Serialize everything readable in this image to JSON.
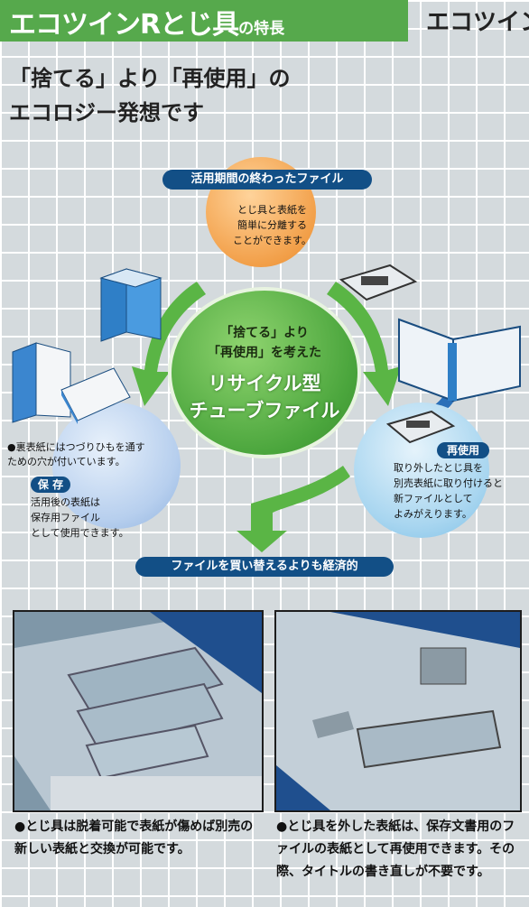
{
  "header": {
    "title_main": "エコツインRとじ具",
    "title_sub": "の特長",
    "next_title": "エコツイン"
  },
  "lead": {
    "line1": "「捨てる」より「再使用」の",
    "line2": "エコロジー発想です"
  },
  "cycle": {
    "top_label": "活用期間の終わったファイル",
    "top_text": [
      "とじ具と表紙を",
      "簡単に分離する",
      "ことができます。"
    ],
    "center_line1": "「捨てる」より",
    "center_line2": "「再使用」を考えた",
    "center_title1": "リサイクル型",
    "center_title2": "チューブファイル",
    "left_note": [
      "●裏表紙にはつづりひもを通す",
      "ための穴が付いています。"
    ],
    "left_label": "保 存",
    "left_text": [
      "活用後の表紙は",
      "保存用ファイル",
      "として使用できます。"
    ],
    "right_label": "再使用",
    "right_text": [
      "取り外したとじ具を",
      "別売表紙に取り付けると",
      "新ファイルとして",
      "よみがえります。"
    ],
    "bottom_label": "ファイルを買い替えるよりも経済的"
  },
  "captions": {
    "left": "●とじ具は脱着可能で表紙が傷めば別売の新しい表紙と交換が可能です。",
    "right": "●とじ具を外した表紙は、保存文書用のファイルの表紙として再使用できます。その際、タイトルの書き直しが不要です。"
  },
  "colors": {
    "header_green": "#56a94c",
    "label_navy": "#124f86",
    "center_green": "#4aa53c",
    "orange": "#f2a04a",
    "blue": "#8fc6ea",
    "arrow_green": "#5ab545"
  }
}
